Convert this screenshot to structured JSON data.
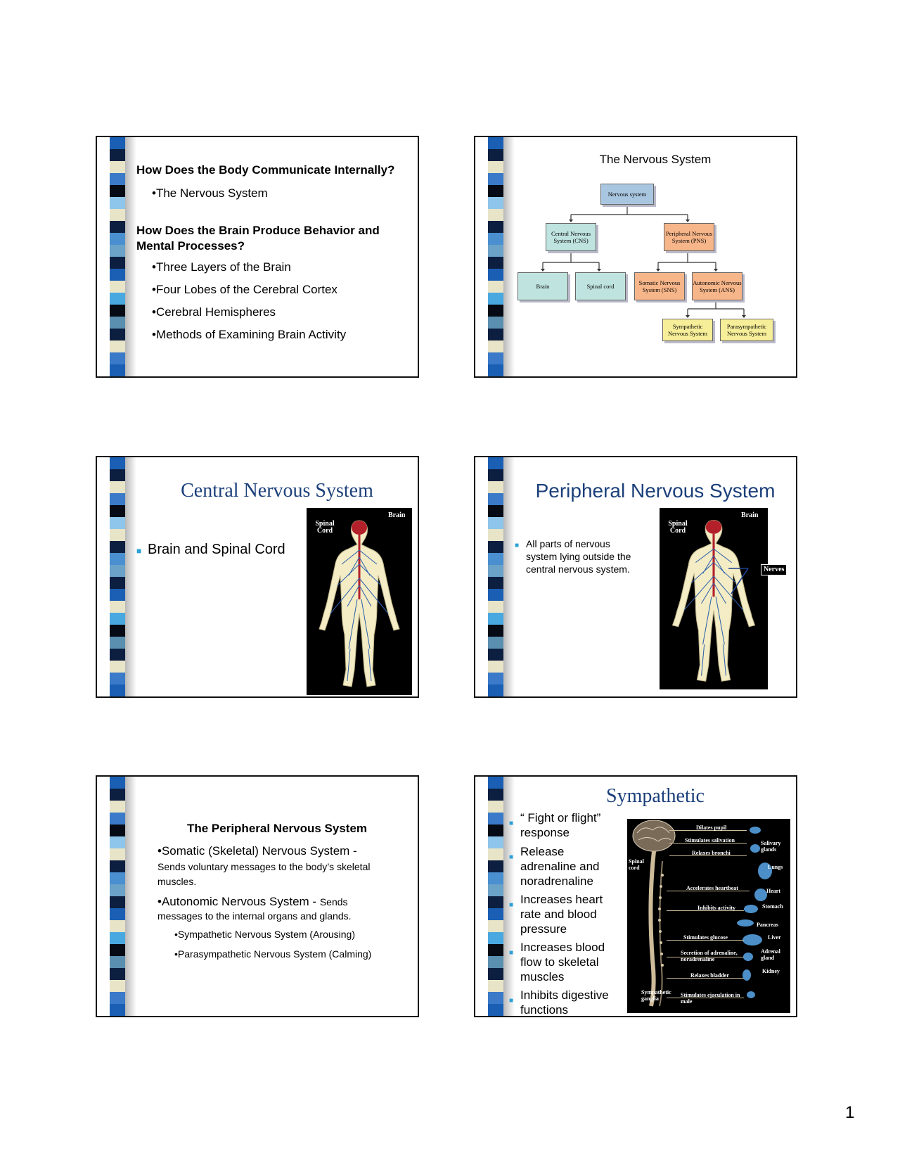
{
  "slide1": {
    "heading1": "How Does the Body Communicate Internally?",
    "bullets1": [
      "•The Nervous System"
    ],
    "heading2": "How Does the Brain Produce Behavior and Mental Processes?",
    "bullets2": [
      "•Three Layers of the Brain",
      "•Four Lobes of the Cerebral Cortex",
      "•Cerebral Hemispheres",
      "•Methods of Examining Brain Activity"
    ]
  },
  "slide2": {
    "title": "The Nervous System",
    "boxes": {
      "nervous": "Nervous system",
      "cns": "Central Nervous System (CNS)",
      "pns": "Peripheral Nervous System (PNS)",
      "brain": "Brain",
      "spinal": "Spinal cord",
      "sns": "Somatic Nervous System (SNS)",
      "ans": "Autonomic Nervous System (ANS)",
      "sympathetic": "Sympathetic Nervous System",
      "parasympathetic": "Parasympathetic Nervous System"
    }
  },
  "slide3": {
    "title": "Central Nervous System",
    "bullet": "Brain and Spinal Cord",
    "img_labels": {
      "brain": "Brain",
      "spinal": "Spinal Cord"
    }
  },
  "slide4": {
    "title": "Peripheral Nervous System",
    "bullet": "All parts of nervous system lying outside the central nervous system.",
    "img_labels": {
      "brain": "Brain",
      "spinal": "Spinal Cord",
      "nerves": "Nerves"
    }
  },
  "slide5": {
    "title": "The Peripheral Nervous System",
    "somatic_head": "•Somatic (Skeletal) Nervous System -",
    "somatic_desc": "Sends voluntary messages to the body’s skeletal muscles.",
    "auto_head": "•Autonomic Nervous System -",
    "auto_tail": "Sends",
    "auto_desc": "messages to the internal organs and glands.",
    "sub1": "•Sympathetic Nervous System (Arousing)",
    "sub2": "•Parasympathetic Nervous System (Calming)"
  },
  "slide6": {
    "title": "Sympathetic",
    "bullets": [
      "“ Fight or flight” response",
      "Release adrenaline and noradrenaline",
      "Increases heart rate and blood pressure",
      "Increases blood flow to skeletal muscles",
      "Inhibits digestive functions"
    ],
    "diagram": {
      "actions": [
        "Dilates pupil",
        "Stimulates salivation",
        "Relaxes bronchi",
        "Accelerates heartbeat",
        "Inhibits activity",
        "Stimulates glucose",
        "Secretion of adrenaline, noradrenaline",
        "Relaxes bladder",
        "Stimulates ejaculation in male"
      ],
      "organs": [
        "Salivary glands",
        "Lungs",
        "Heart",
        "Stomach",
        "Pancreas",
        "Liver",
        "Adrenal gland",
        "Kidney"
      ],
      "spinal": "Spinal cord",
      "ganglia": "Sympathetic ganglia"
    }
  },
  "page_number": "1",
  "colors": {
    "title_blue": "#1b3f7a",
    "bullet_blue": "#2aa0d8"
  }
}
